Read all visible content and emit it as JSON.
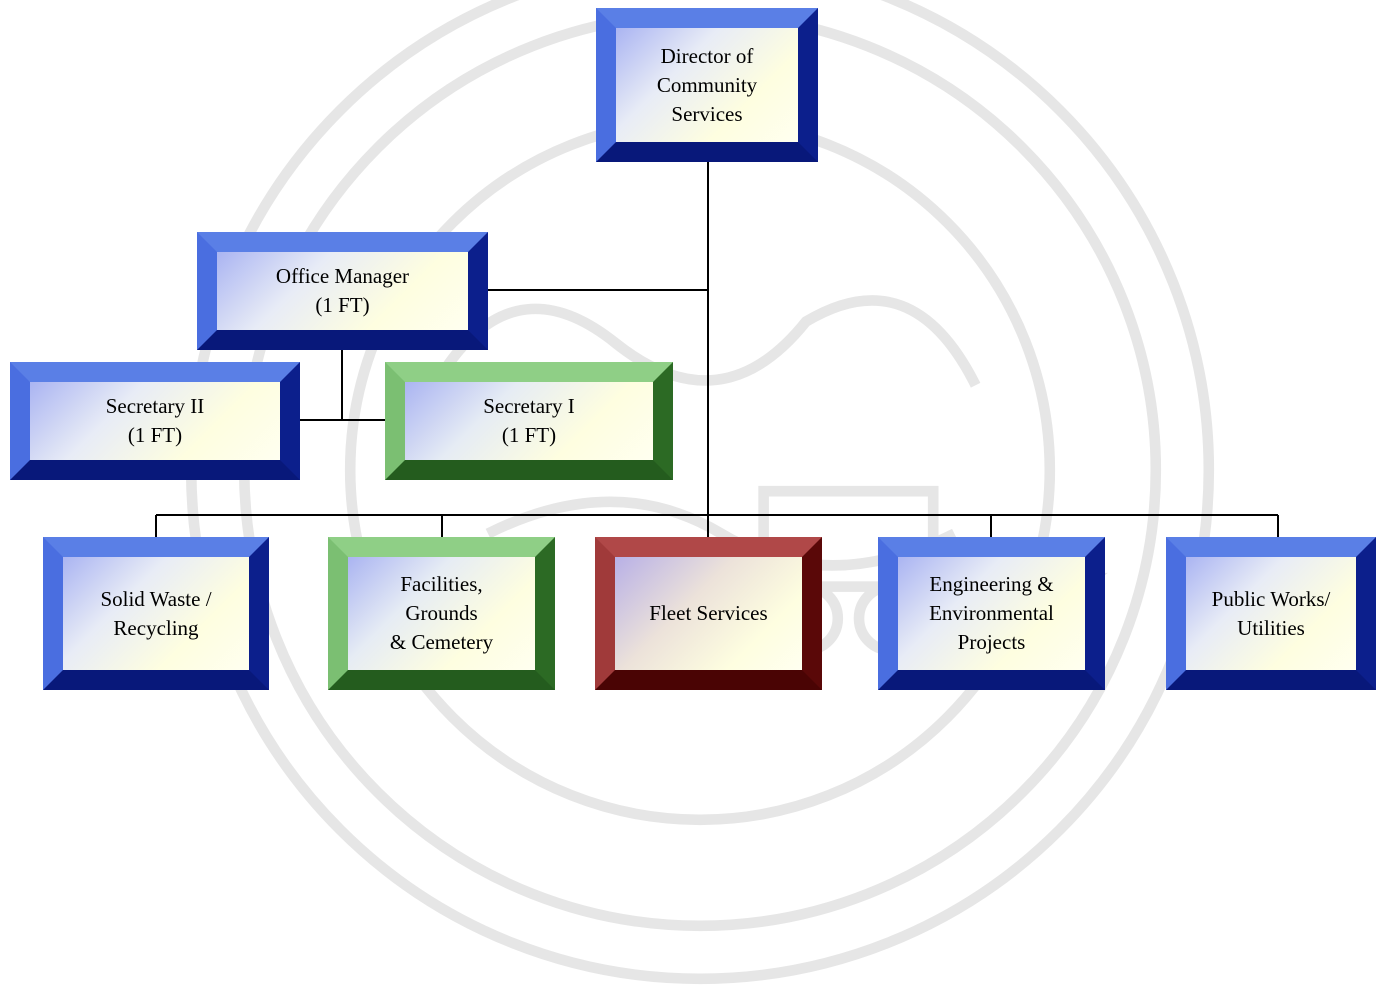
{
  "org_chart": {
    "director": {
      "label": "Director of\nCommunity\nServices",
      "color": "#1a33c8"
    },
    "office_manager": {
      "label": "Office Manager\n(1 FT)",
      "color": "#1a33c8"
    },
    "secretary_ii": {
      "label": "Secretary II\n(1 FT)",
      "color": "#1a33c8"
    },
    "secretary_i": {
      "label": "Secretary I\n(1 FT)",
      "color": "#3a8a30"
    },
    "divisions": [
      {
        "label": "Solid Waste /\nRecycling",
        "color": "#1a33c8"
      },
      {
        "label": "Facilities,\nGrounds\n& Cemetery",
        "color": "#3a8a30"
      },
      {
        "label": "Fleet Services",
        "color": "#7a1010"
      },
      {
        "label": "Engineering &\nEnvironmental\nProjects",
        "color": "#1a33c8"
      },
      {
        "label": "Public Works/\nUtilities",
        "color": "#1a33c8"
      }
    ]
  }
}
